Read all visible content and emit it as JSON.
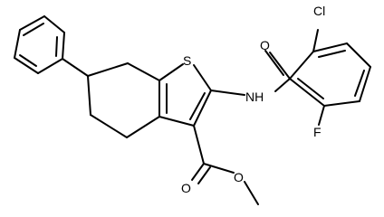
{
  "molecule": {
    "atom_labels": {
      "sulfur": "S",
      "amide_nitrogen": "NH",
      "carbonyl_oxygen_amide": "O",
      "chlorine": "Cl",
      "fluorine": "F",
      "ester_carbonyl_oxygen": "O",
      "ester_ether_oxygen": "O"
    },
    "colors": {
      "bond": "#000000",
      "text": "#000000",
      "background": "#ffffff"
    }
  }
}
